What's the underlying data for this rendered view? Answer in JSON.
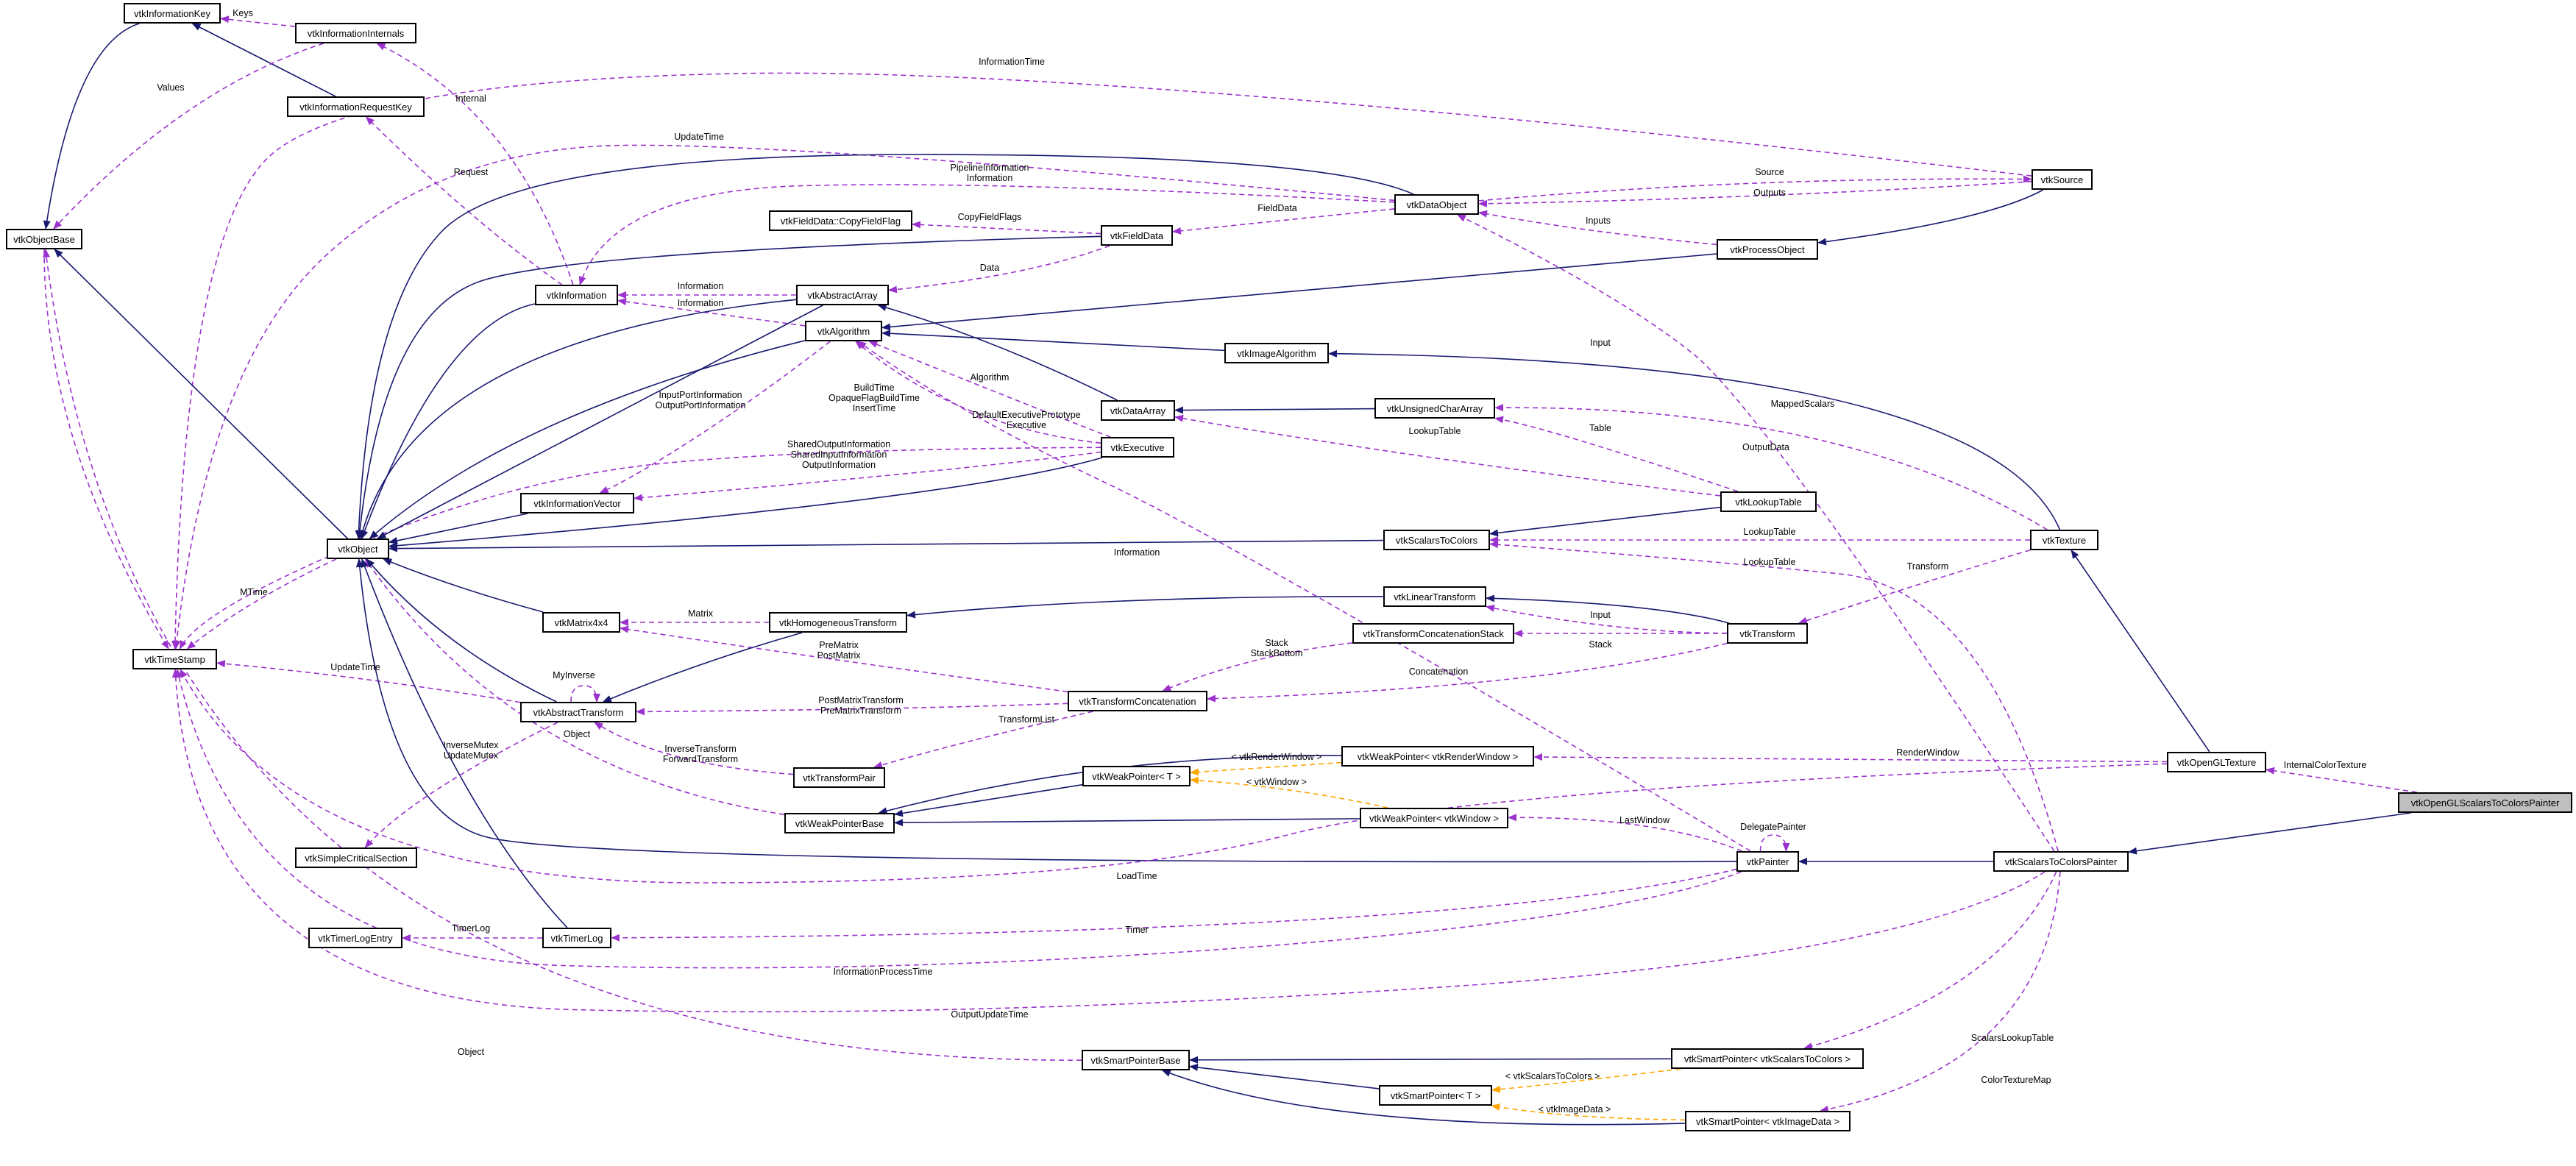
{
  "diagram": {
    "nodes": [
      {
        "id": "vtkInformationKey",
        "label": "vtkInformationKey"
      },
      {
        "id": "vtkInformationInternals",
        "label": "vtkInformationInternals"
      },
      {
        "id": "vtkInformationRequestKey",
        "label": "vtkInformationRequestKey"
      },
      {
        "id": "vtkObjectBase",
        "label": "vtkObjectBase"
      },
      {
        "id": "vtkInformation",
        "label": "vtkInformation"
      },
      {
        "id": "vtkAbstractArray",
        "label": "vtkAbstractArray"
      },
      {
        "id": "vtkAlgorithm",
        "label": "vtkAlgorithm"
      },
      {
        "id": "vtkFieldDataCopyFieldFlag",
        "label": "vtkFieldData::CopyFieldFlag"
      },
      {
        "id": "vtkFieldData",
        "label": "vtkFieldData"
      },
      {
        "id": "vtkDataObject",
        "label": "vtkDataObject"
      },
      {
        "id": "vtkSource",
        "label": "vtkSource"
      },
      {
        "id": "vtkProcessObject",
        "label": "vtkProcessObject"
      },
      {
        "id": "vtkImageAlgorithm",
        "label": "vtkImageAlgorithm"
      },
      {
        "id": "vtkDataArray",
        "label": "vtkDataArray"
      },
      {
        "id": "vtkUnsignedCharArray",
        "label": "vtkUnsignedCharArray"
      },
      {
        "id": "vtkExecutive",
        "label": "vtkExecutive"
      },
      {
        "id": "vtkInformationVector",
        "label": "vtkInformationVector"
      },
      {
        "id": "vtkLookupTable",
        "label": "vtkLookupTable"
      },
      {
        "id": "vtkObject",
        "label": "vtkObject"
      },
      {
        "id": "vtkScalarsToColors",
        "label": "vtkScalarsToColors"
      },
      {
        "id": "vtkTexture",
        "label": "vtkTexture"
      },
      {
        "id": "vtkLinearTransform",
        "label": "vtkLinearTransform"
      },
      {
        "id": "vtkMatrix4x4",
        "label": "vtkMatrix4x4"
      },
      {
        "id": "vtkHomogeneousTransform",
        "label": "vtkHomogeneousTransform"
      },
      {
        "id": "vtkTransformConcatenationStack",
        "label": "vtkTransformConcatenationStack"
      },
      {
        "id": "vtkTransform",
        "label": "vtkTransform"
      },
      {
        "id": "vtkTimeStamp",
        "label": "vtkTimeStamp"
      },
      {
        "id": "vtkAbstractTransform",
        "label": "vtkAbstractTransform"
      },
      {
        "id": "vtkTransformConcatenation",
        "label": "vtkTransformConcatenation"
      },
      {
        "id": "vtkWeakPointerRenderWindow",
        "label": "vtkWeakPointer< vtkRenderWindow >"
      },
      {
        "id": "vtkOpenGLTexture",
        "label": "vtkOpenGLTexture"
      },
      {
        "id": "vtkWeakPointerT",
        "label": "vtkWeakPointer< T >"
      },
      {
        "id": "vtkTransformPair",
        "label": "vtkTransformPair"
      },
      {
        "id": "vtkOpenGLScalarsToColorsPainter",
        "label": "vtkOpenGLScalarsToColorsPainter",
        "highlight": true
      },
      {
        "id": "vtkWeakPointerBase",
        "label": "vtkWeakPointerBase"
      },
      {
        "id": "vtkWeakPointerWindow",
        "label": "vtkWeakPointer< vtkWindow >"
      },
      {
        "id": "vtkSimpleCriticalSection",
        "label": "vtkSimpleCriticalSection"
      },
      {
        "id": "vtkPainter",
        "label": "vtkPainter"
      },
      {
        "id": "vtkScalarsToColorsPainter",
        "label": "vtkScalarsToColorsPainter"
      },
      {
        "id": "vtkTimerLogEntry",
        "label": "vtkTimerLogEntry"
      },
      {
        "id": "vtkTimerLog",
        "label": "vtkTimerLog"
      },
      {
        "id": "vtkSmartPointerBase",
        "label": "vtkSmartPointerBase"
      },
      {
        "id": "vtkSmartPointerScalarsToColors",
        "label": "vtkSmartPointer< vtkScalarsToColors >"
      },
      {
        "id": "vtkSmartPointerT",
        "label": "vtkSmartPointer< T >"
      },
      {
        "id": "vtkSmartPointerImageData",
        "label": "vtkSmartPointer< vtkImageData >"
      }
    ],
    "edge_labels": [
      "Keys",
      "Values",
      "InformationTime",
      "Internal",
      "Request",
      "UpdateTime",
      "PipelineInformation",
      "Information",
      "Source",
      "Outputs",
      "CopyFieldFlags",
      "FieldData",
      "Inputs",
      "Data",
      "Information",
      "Information",
      "Algorithm",
      "BuildTime",
      "OpaqueFlagBuildTime",
      "InsertTime",
      "DefaultExecutivePrototype",
      "Executive",
      "InputPortInformation",
      "OutputPortInformation",
      "LookupTable",
      "Table",
      "MappedScalars",
      "SharedOutputInformation",
      "SharedInputInformation",
      "OutputInformation",
      "Input",
      "OutputData",
      "LookupTable",
      "LookupTable",
      "Information",
      "MTime",
      "Transform",
      "Matrix",
      "Input",
      "Stack",
      "StackBottom",
      "Stack",
      "PreMatrix",
      "PostMatrix",
      "UpdateTime",
      "MyInverse",
      "Concatenation",
      "PostMatrixTransform",
      "PreMatrixTransform",
      "TransformList",
      "Object",
      "InverseTransform",
      "ForwardTransform",
      "InverseMutex",
      "UpdateMutex",
      "< vtkRenderWindow >",
      "RenderWindow",
      "< vtkWindow >",
      "InternalColorTexture",
      "LastWindow",
      "DelegatePainter",
      "LoadTime",
      "TimerLog",
      "Timer",
      "InformationProcessTime",
      "OutputUpdateTime",
      "Object",
      "ScalarsLookupTable",
      "< vtkScalarsToColors >",
      "< vtkImageData >",
      "ColorTextureMap"
    ],
    "colors": {
      "inheritance": "#191970",
      "usage": "#9a32cd",
      "template": "#ffa500",
      "highlight_fill": "#bfbfbf"
    }
  }
}
